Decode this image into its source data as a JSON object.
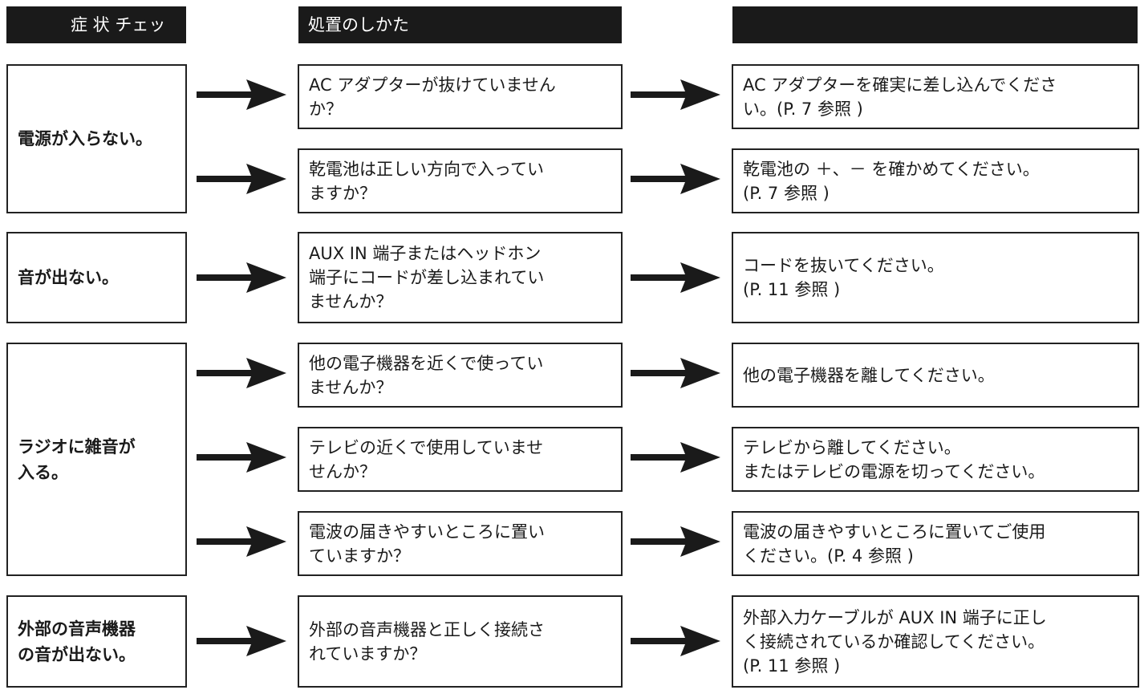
{
  "headers": {
    "symptom": "症 状 チェッ",
    "action": "処置のしかた",
    "third": ""
  },
  "groups": [
    {
      "symptom": "電源が入らない。",
      "rows": [
        {
          "cause": "AC アダプターが抜けていません\nか？",
          "fix": "AC アダプターを確実に差し込んでくださ\nい。(P. 7 参照 )"
        },
        {
          "cause": "乾電池は正しい方向で入ってい\nますか？",
          "fix": "乾電池の ＋、－ を確かめてください。\n(P. 7 参照 )"
        }
      ]
    },
    {
      "symptom": "音が出ない。",
      "rows": [
        {
          "cause": "AUX IN 端子またはヘッドホン\n端子にコードが差し込まれてい\nませんか？",
          "fix": "コードを抜いてください。\n(P. 11 参照 )"
        }
      ]
    },
    {
      "symptom": "ラジオに雑音が\n入る。",
      "rows": [
        {
          "cause": "他の電子機器を近くで使ってい\nませんか？",
          "fix": "他の電子機器を離してください。"
        },
        {
          "cause": "テレビの近くで使用していませ\nせんか？",
          "fix": "テレビから離してください。\nまたはテレビの電源を切ってください。"
        },
        {
          "cause": "電波の届きやすいところに置い\nていますか？",
          "fix": "電波の届きやすいところに置いてご使用\nください。(P. 4 参照 )"
        }
      ]
    },
    {
      "symptom": "外部の音声機器\nの音が出ない。",
      "rows": [
        {
          "cause": "外部の音声機器と正しく接続さ\nれていますか？",
          "fix": "外部入力ケーブルが AUX IN 端子に正し\nく接続されているか確認してください。\n(P. 11 参照 )"
        }
      ]
    }
  ]
}
